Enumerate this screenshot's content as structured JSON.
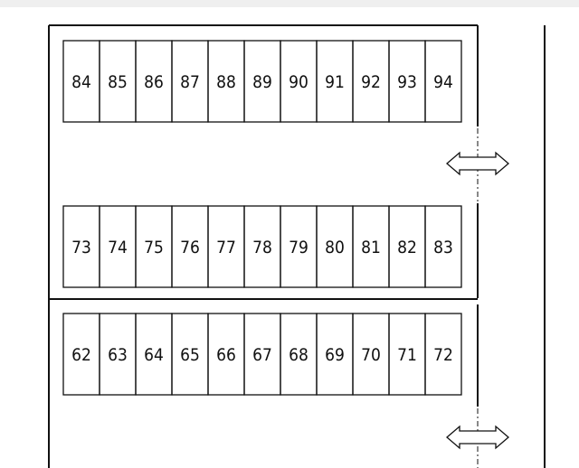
{
  "colors": {
    "top_band": "#efefef",
    "background": "#ffffff",
    "line": "#111111"
  },
  "rows": [
    {
      "id": "row-top",
      "stalls": [
        "84",
        "85",
        "86",
        "87",
        "88",
        "89",
        "90",
        "91",
        "92",
        "93",
        "94"
      ]
    },
    {
      "id": "row-middle",
      "stalls": [
        "73",
        "74",
        "75",
        "76",
        "77",
        "78",
        "79",
        "80",
        "81",
        "82",
        "83"
      ]
    },
    {
      "id": "row-bottom",
      "stalls": [
        "62",
        "63",
        "64",
        "65",
        "66",
        "67",
        "68",
        "69",
        "70",
        "71",
        "72"
      ]
    }
  ],
  "arrows": [
    {
      "id": "upper",
      "icon": "double-arrow-icon"
    },
    {
      "id": "lower",
      "icon": "double-arrow-icon"
    }
  ]
}
